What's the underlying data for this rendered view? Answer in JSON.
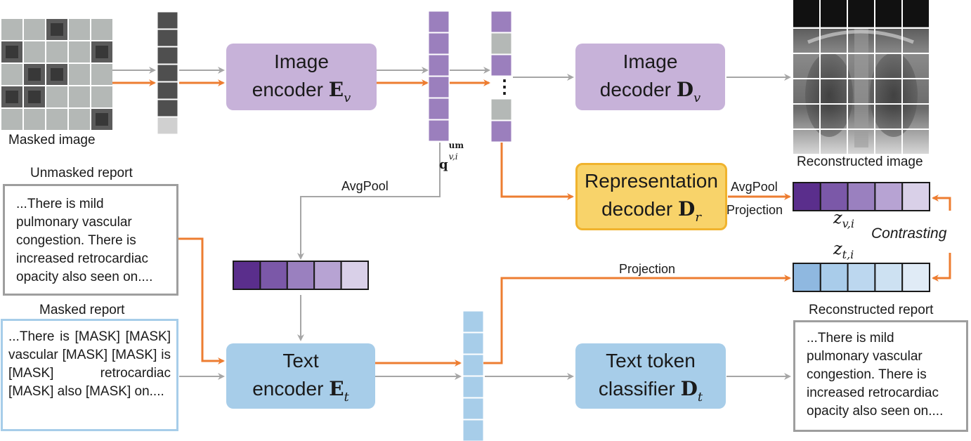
{
  "labels": {
    "masked_image": "Masked image",
    "reconstructed_image": "Reconstructed image",
    "unmasked_report": "Unmasked report",
    "masked_report": "Masked report",
    "reconstructed_report": "Reconstructed report",
    "avgpool_left": "AvgPool",
    "avgpool_right": "AvgPool",
    "projection_right": "Projection",
    "projection_mid": "Projection",
    "contrasting": "Contrasting",
    "ellipsis": "⋮"
  },
  "blocks": {
    "image_encoder": {
      "line1": "Image",
      "line2": "encoder",
      "sym": "E",
      "sub": "v"
    },
    "image_decoder": {
      "line1": "Image",
      "line2": "decoder",
      "sym": "D",
      "sub": "v"
    },
    "representation_decoder": {
      "line1": "Representation",
      "line2": "decoder",
      "sym": "D",
      "sub": "r"
    },
    "text_encoder": {
      "line1": "Text",
      "line2": "encoder",
      "sym": "E",
      "sub": "t"
    },
    "text_token_classifier": {
      "line1": "Text token",
      "line2": "classifier",
      "sym": "D",
      "sub": "t"
    }
  },
  "math": {
    "q_base": "q",
    "q_sup": "um",
    "q_sub": "v,i",
    "z_v": "z",
    "z_v_sub": "v,i",
    "z_t": "z",
    "z_t_sub": "t,i"
  },
  "reports": {
    "unmasked": "...There is mild pulmonary vascular congestion.  There is increased retrocardiac opacity also seen on....",
    "masked": "...There is [MASK] [MASK] vascular [MASK] [MASK] is [MASK] retrocardiac [MASK] also [MASK] on....",
    "reconstructed": "...There is mild pulmonary vascular congestion.  There is increased retrocardiac opacity also seen on...."
  },
  "colors": {
    "arrow_grey": "#a6a6a6",
    "arrow_orange": "#ed7d31",
    "image_block": "#c7b2d9",
    "text_block": "#a7cde9",
    "rep_block": "#f8d36a",
    "purple_token": "#9b7fbd",
    "grey_token": "#b4b8b6",
    "blue_token": "#a7cde9",
    "purple_shades": [
      "#5a2e8c",
      "#7b58a8",
      "#9a80bf",
      "#b7a3d3",
      "#d9d0e8"
    ],
    "blue_shades": [
      "#8fb8e0",
      "#a9ccea",
      "#bcd7ef",
      "#cde1f2",
      "#e0ebf6"
    ]
  }
}
